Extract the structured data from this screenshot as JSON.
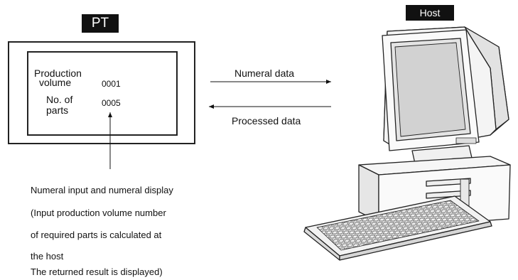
{
  "pt": {
    "label": "PT",
    "fields": [
      {
        "label_lines": [
          "Production",
          "volume"
        ],
        "value": "0001"
      },
      {
        "label_lines": [
          "No. of",
          "parts"
        ],
        "value": "0005"
      }
    ]
  },
  "host": {
    "label": "Host"
  },
  "arrows": {
    "to_host": "Numeral data",
    "to_pt": "Processed data"
  },
  "note": {
    "lines": [
      "Numeral input and numeral display",
      "(Input production volume number",
      "of required parts is calculated at",
      "the host",
      "The returned result is displayed)"
    ]
  }
}
